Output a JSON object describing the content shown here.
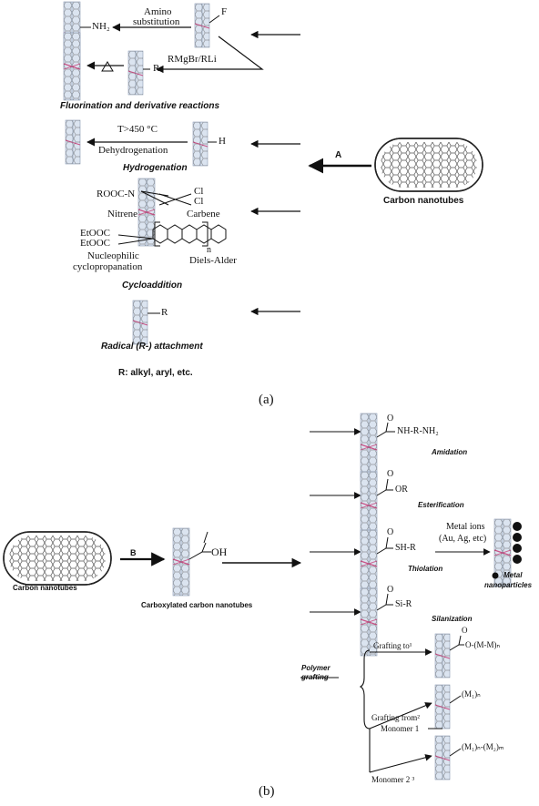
{
  "panel_a": {
    "panel_label": "(a)",
    "nh2": "NH₂",
    "f": "F",
    "amino1": "Amino",
    "amino2": "substitution",
    "rmgbr": "RMgBr/RLi",
    "r1": "R",
    "fluorination_title": "Fluorination and derivative reactions",
    "temp": "T>450 °C",
    "dehydro": "Dehydrogenation",
    "h": "H",
    "hydrogenation_title": "Hydrogenation",
    "arrow_a": "A",
    "cnt_label": "Carbon nanotubes",
    "rooc": "ROOC-N",
    "cl1": "Cl",
    "cl2": "Cl",
    "nitrene": "Nitrene",
    "carbene": "Carbene",
    "etooc1": "EtOOC",
    "etooc2": "EtOOC",
    "n": "n",
    "nucleo1": "Nucleophilic",
    "nucleo2": "cyclopropanation",
    "diels": "Diels-Alder",
    "cycloaddition_title": "Cycloaddition",
    "r2": "R",
    "radical_title": "Radical (R-) attachment",
    "r_note": "R: alkyl, aryl, etc."
  },
  "panel_b": {
    "panel_label": "(b)",
    "cnt_label": "Carbon nanotubes",
    "arrow_b": "B",
    "oh": "OH",
    "carboxylated_label": "Carboxylated carbon nanotubes",
    "o1": "O",
    "amide": "NH-R-NH₂",
    "amidation": "Amidation",
    "o2": "O",
    "or": "OR",
    "esterification": "Esterification",
    "o3": "O",
    "shr": "SH-R",
    "thiolation": "Thiolation",
    "metal_ions1": "Metal ions",
    "metal_ions2": "(Au, Ag, etc)",
    "metal_np1": "Metal",
    "metal_np2": "nanoparticles",
    "o4": "O",
    "sir": "Si-R",
    "silanization": "Silanization",
    "polymer1": "Polymer",
    "polymer2": "grafting",
    "grafting_to": "Grafting to¹",
    "grafting_from": "Grafting from²",
    "monomer1": "Monomer 1",
    "monomer2": "Monomer 2 ³",
    "o5": "O",
    "omm": "O-(M-M)ₙ",
    "m1n": "(M₁)ₙ",
    "m1m2": "(M₁)ₙ-(M₂)ₘ"
  }
}
